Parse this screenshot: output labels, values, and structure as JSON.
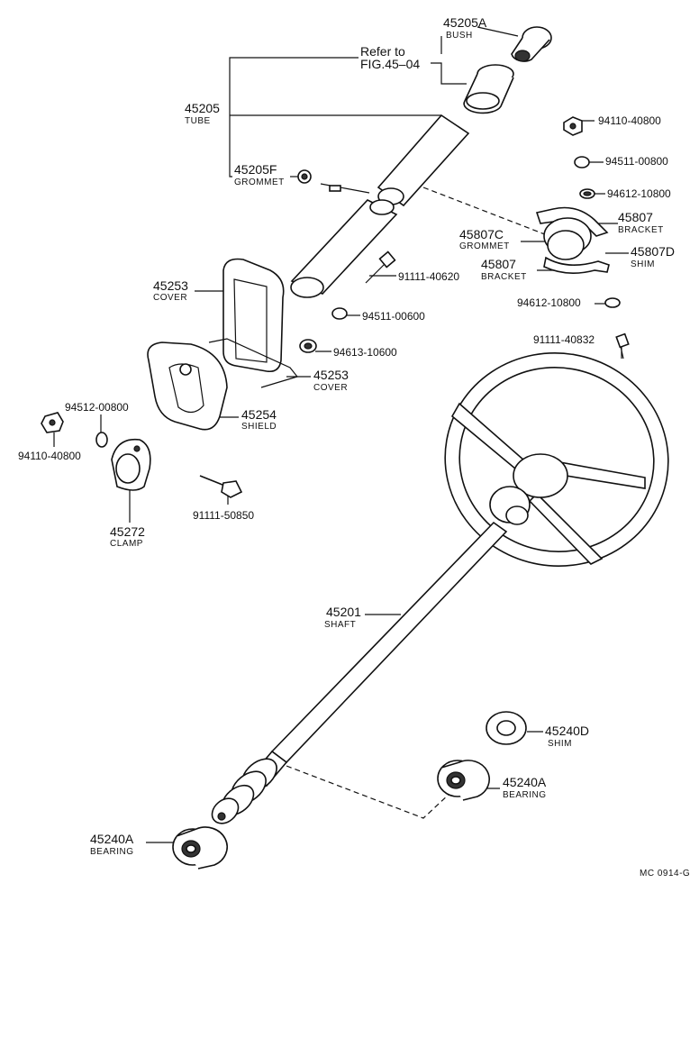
{
  "refer": {
    "line1": "Refer to",
    "line2": "FIG.45–04"
  },
  "labels": {
    "l45205a": {
      "num": "45205A",
      "name": "BUSH"
    },
    "l45205": {
      "num": "45205",
      "name": "TUBE"
    },
    "l45205f": {
      "num": "45205F",
      "name": "GROMMET"
    },
    "l45253a": {
      "num": "45253",
      "name": "COVER"
    },
    "l45253b": {
      "num": "45253",
      "name": "COVER"
    },
    "l45254": {
      "num": "45254",
      "name": "SHIELD"
    },
    "l45272": {
      "num": "45272",
      "name": "CLAMP"
    },
    "l45807a": {
      "num": "45807",
      "name": "BRACKET"
    },
    "l45807c": {
      "num": "45807C",
      "name": "GROMMET"
    },
    "l45807d": {
      "num": "45807D",
      "name": "SHIM"
    },
    "l45807b": {
      "num": "45807",
      "name": "BRACKET"
    },
    "l45201": {
      "num": "45201",
      "name": "SHAFT"
    },
    "l45240d": {
      "num": "45240D",
      "name": "SHIM"
    },
    "l45240a1": {
      "num": "45240A",
      "name": "BEARING"
    },
    "l45240a2": {
      "num": "45240A",
      "name": "BEARING"
    }
  },
  "parts": {
    "p94110_40800a": "94110-40800",
    "p94511_00800": "94511-00800",
    "p94612_10800a": "94612-10800",
    "p91111_40620": "91111-40620",
    "p94511_00600": "94511-00600",
    "p94613_10600": "94613-10600",
    "p94612_10800b": "94612-10800",
    "p91111_40832": "91111-40832",
    "p94512_00800": "94512-00800",
    "p94110_40800b": "94110-40800",
    "p91111_50850": "91111-50850"
  },
  "figure_code": "MC 0914-G"
}
